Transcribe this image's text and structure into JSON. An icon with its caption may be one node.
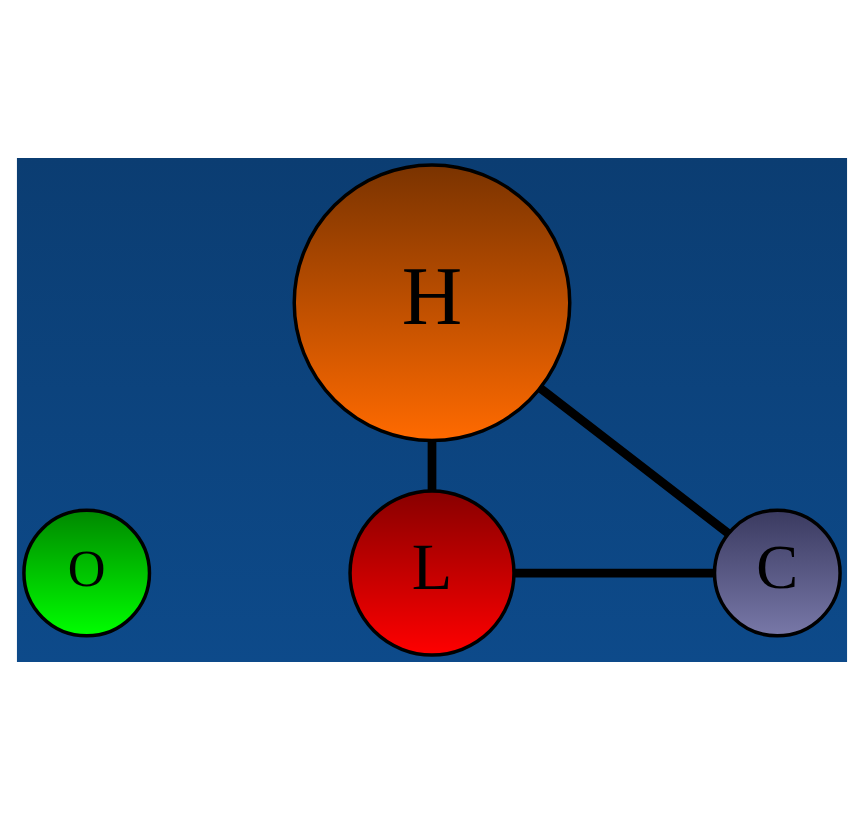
{
  "diagram": {
    "nodes": [
      {
        "text": [
          "H"
        ]
      },
      {
        "text": [
          "O"
        ]
      },
      {
        "text": [
          "L"
        ]
      },
      {
        "text": [
          "C"
        ]
      }
    ],
    "edges": [
      {
        "from": 0,
        "to": 2,
        "arrow": "none"
      },
      {
        "from": 2,
        "to": 3,
        "arrow": "none"
      },
      {
        "from": 3,
        "to": 0,
        "arrow": "none"
      }
    ]
  }
}
